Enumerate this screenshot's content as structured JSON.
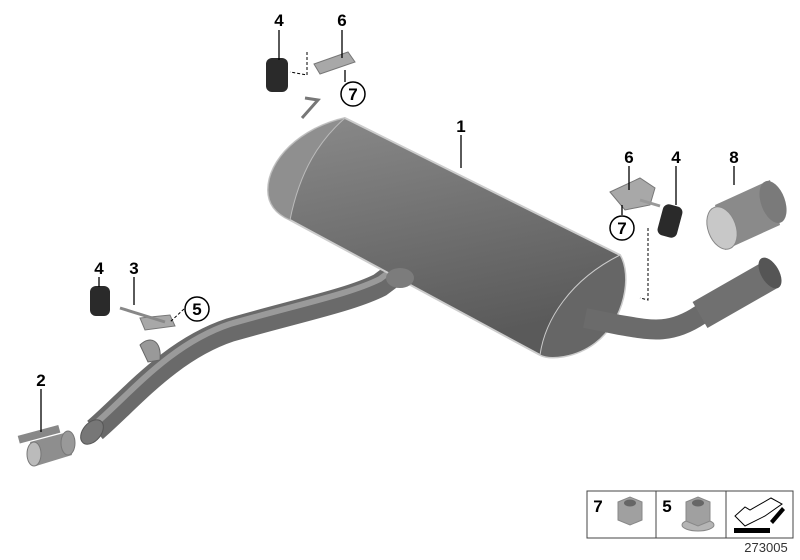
{
  "callouts": {
    "c1": "1",
    "c2": "2",
    "c3": "3",
    "c4a": "4",
    "c4b": "4",
    "c4c": "4",
    "c5": "5",
    "c6a": "6",
    "c6b": "6",
    "c7a": "7",
    "c7b": "7",
    "c8": "8"
  },
  "legend": {
    "item1": "7",
    "item2": "5"
  },
  "diagram_number": "273005",
  "colors": {
    "part": "#6f6f6f",
    "rubber": "#2a2a2a",
    "bracket": "#a8a8a8"
  }
}
